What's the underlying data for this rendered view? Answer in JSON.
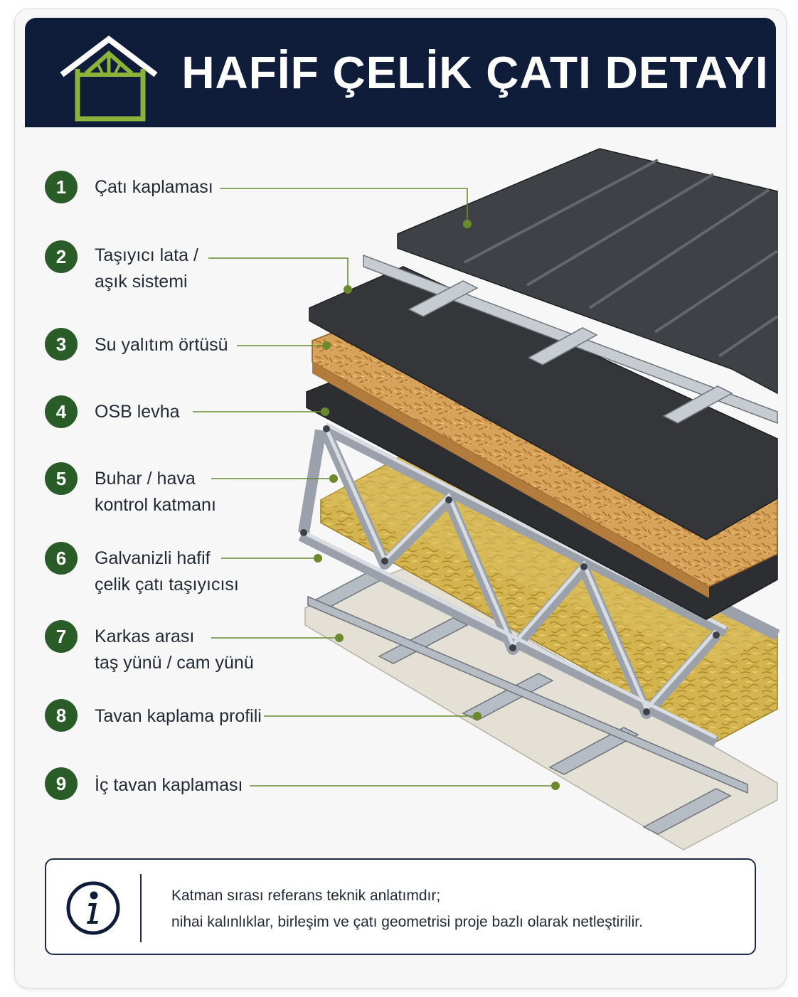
{
  "header": {
    "title": "HAFİF ÇELİK ÇATI DETAYI",
    "icon": "house-truss-icon"
  },
  "layers": [
    {
      "number": "1",
      "lines": [
        "Çatı kaplaması"
      ]
    },
    {
      "number": "2",
      "lines": [
        "Taşıyıcı lata /",
        "aşık sistemi"
      ]
    },
    {
      "number": "3",
      "lines": [
        "Su yalıtım örtüsü"
      ]
    },
    {
      "number": "4",
      "lines": [
        "OSB levha"
      ]
    },
    {
      "number": "5",
      "lines": [
        "Buhar / hava",
        "kontrol katmanı"
      ]
    },
    {
      "number": "6",
      "lines": [
        "Galvanizli hafif",
        "çelik çatı taşıyıcısı"
      ]
    },
    {
      "number": "7",
      "lines": [
        "Karkas arası",
        "taş yünü / cam yünü"
      ]
    },
    {
      "number": "8",
      "lines": [
        "Tavan kaplama profili"
      ]
    },
    {
      "number": "9",
      "lines": [
        "İç tavan kaplaması"
      ]
    }
  ],
  "note": {
    "icon": "info-icon",
    "lines": [
      "Katman sırası referans teknik anlatımdır;",
      "nihai kalınlıklar, birleşim ve çatı geometrisi proje bazlı olarak netleştirilir."
    ]
  },
  "colors": {
    "header_bg": "#0f1d3a",
    "badge": "#2a5c27",
    "leader": "#6b8a2c",
    "house_icon": "#8bb33a",
    "note_border": "#1d2a4d"
  }
}
